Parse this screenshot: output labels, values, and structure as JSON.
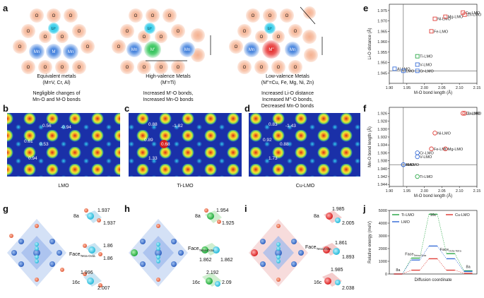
{
  "panels": {
    "a": "a",
    "b": "b",
    "c": "c",
    "d": "d",
    "e": "e",
    "f": "f",
    "g": "g",
    "h": "h",
    "i": "i",
    "j": "j"
  },
  "atoms": {
    "O": "O",
    "Li": "Li⁺",
    "Mn": "Mn",
    "M": "M",
    "Mprime": "M'",
    "Mdprime": "M''"
  },
  "schematics": [
    {
      "title": "Equivalent metals",
      "subtitle": "(M=V, Cr, Al)",
      "note1": "Negligible changes of",
      "note2": "Mn-O and M-O bonds",
      "note3": ""
    },
    {
      "title": "High-valence Metals",
      "subtitle": "(M'=Ti)",
      "note1": "Increased M'-O bonds,",
      "note2": "Increased Mn-O bonds",
      "note3": ""
    },
    {
      "title": "Low-valence Metals",
      "subtitle": "(M''=Cu, Fe, Mg, Ni, Zn)",
      "note1": "Increased Li-O distance",
      "note2": "Increased M''-O bonds,",
      "note3": "Decreased Mn-O bonds"
    }
  ],
  "density_maps": [
    {
      "caption": "LMO",
      "values": [
        "0.56",
        "-0.94",
        "0.61",
        "0.53",
        "0.94"
      ]
    },
    {
      "caption": "Ti-LMO",
      "values": [
        "0.88",
        "-1.82",
        "0.89",
        "0.68",
        "1.33"
      ]
    },
    {
      "caption": "Cu-LMO",
      "values": [
        "0.83",
        "-1.43",
        "0.92",
        "0.88",
        "1.73"
      ]
    }
  ],
  "structures": [
    {
      "site_8a": "8a",
      "face_label": "Face",
      "face_sub": "Tetra-Octa",
      "site_16c": "16c",
      "bond_8a": [
        "1.937",
        "1.937"
      ],
      "bond_face": [
        "1.86",
        "1.86"
      ],
      "bond_16c": [
        "1.996",
        "2.007"
      ]
    },
    {
      "site_8a": "8a",
      "face_label": "Face",
      "face_sub": "Tetra-Octa",
      "site_16c": "16c",
      "bond_8a": [
        "1.954",
        "1.925"
      ],
      "bond_face": [
        "1.862",
        "1.862"
      ],
      "bond_16c": [
        "2.192",
        "2.09"
      ]
    },
    {
      "site_8a": "8a",
      "face_label": "Face",
      "face_sub": "Tetra-Octa",
      "site_16c": "16c",
      "bond_8a": [
        "1.985",
        "2.005"
      ],
      "bond_face": [
        "1.861",
        "1.893"
      ],
      "bond_16c": [
        "1.985",
        "2.038"
      ]
    }
  ],
  "chart_data": [
    {
      "type": "scatter",
      "title": "",
      "xlabel": "M-O bond length (Å)",
      "ylabel": "Li-O distance (Å)",
      "xlim": [
        1.9,
        2.15
      ],
      "ylim": [
        1.94,
        1.978
      ],
      "xticks": [
        "1.90",
        "1.95",
        "2.00",
        "2.05",
        "2.10",
        "2.15"
      ],
      "yticks": [
        "1.945",
        "1.950",
        "1.955",
        "1.960",
        "1.965",
        "1.970",
        "1.975"
      ],
      "ref_x": 1.94,
      "ref_y": 1.946,
      "points": [
        {
          "label": "Al-LMO",
          "x": 1.915,
          "y": 1.947,
          "color": "#3a6fd8"
        },
        {
          "label": "LMO",
          "x": 1.94,
          "y": 1.946,
          "color": "#3a6fd8"
        },
        {
          "label": "V-LMO",
          "x": 1.98,
          "y": 1.949,
          "color": "#3a6fd8"
        },
        {
          "label": "Cr-LMO",
          "x": 1.98,
          "y": 1.946,
          "color": "#3a6fd8"
        },
        {
          "label": "Ti-LMO",
          "x": 1.98,
          "y": 1.953,
          "color": "#2da84a"
        },
        {
          "label": "Fe-LMO",
          "x": 2.02,
          "y": 1.965,
          "color": "#e0403a"
        },
        {
          "label": "Ni-LMO",
          "x": 2.03,
          "y": 1.971,
          "color": "#e0403a"
        },
        {
          "label": "Mg-LMO",
          "x": 2.06,
          "y": 1.972,
          "color": "#e0403a"
        },
        {
          "label": "Cu-LMO",
          "x": 2.11,
          "y": 1.974,
          "color": "#e0403a"
        },
        {
          "label": "Zn-LMO",
          "x": 2.115,
          "y": 1.973,
          "color": "#e0403a"
        }
      ]
    },
    {
      "type": "scatter",
      "title": "",
      "xlabel": "M-O bond length (Å)",
      "ylabel": "Mn-O bond length (Å)",
      "xlim": [
        1.9,
        2.15
      ],
      "ylim": [
        1.9245,
        1.9445
      ],
      "y_reversed": true,
      "xticks": [
        "1.90",
        "1.95",
        "2.00",
        "2.05",
        "2.10",
        "2.15"
      ],
      "yticks": [
        "1.926",
        "1.928",
        "1.930",
        "1.932",
        "1.934",
        "1.936",
        "1.938",
        "1.940",
        "1.942",
        "1.944"
      ],
      "ref_x": 1.94,
      "ref_y": 1.939,
      "points": [
        {
          "label": "Al-LMO",
          "x": 1.94,
          "y": 1.939,
          "color": "#3a6fd8"
        },
        {
          "label": "LMO",
          "x": 1.94,
          "y": 1.939,
          "color": "#3a6fd8"
        },
        {
          "label": "Cr-LMO",
          "x": 1.98,
          "y": 1.936,
          "color": "#3a6fd8"
        },
        {
          "label": "V-LMO",
          "x": 1.98,
          "y": 1.937,
          "color": "#3a6fd8"
        },
        {
          "label": "Ti-LMO",
          "x": 1.98,
          "y": 1.942,
          "color": "#2da84a"
        },
        {
          "label": "Fe-LMO",
          "x": 2.02,
          "y": 1.935,
          "color": "#e0403a"
        },
        {
          "label": "Ni-LMO",
          "x": 2.03,
          "y": 1.931,
          "color": "#e0403a"
        },
        {
          "label": "Mg-LMO",
          "x": 2.06,
          "y": 1.935,
          "color": "#e0403a"
        },
        {
          "label": "Cu-LMO",
          "x": 2.11,
          "y": 1.926,
          "color": "#e0403a"
        },
        {
          "label": "Zn-LMO",
          "x": 2.115,
          "y": 1.926,
          "color": "#e0403a"
        }
      ]
    },
    {
      "type": "line",
      "title": "",
      "xlabel": "Diffusion coordinate",
      "ylabel": "Relative energy (meV)",
      "ylim": [
        0,
        5000
      ],
      "yticks": [
        "0",
        "1000",
        "2000",
        "3000",
        "4000",
        "5000"
      ],
      "stages": [
        "8a",
        "Face",
        "16c",
        "Face",
        "8a"
      ],
      "stage_subs": [
        "",
        "Tetra-Octa",
        "",
        "Octa-Tetra",
        ""
      ],
      "series": [
        {
          "name": "Ti-LMO",
          "color": "#2da84a",
          "values": [
            0,
            1250,
            4700,
            1600,
            250
          ]
        },
        {
          "name": "LMO",
          "color": "#3a6fd8",
          "values": [
            0,
            1100,
            2200,
            1200,
            200
          ]
        },
        {
          "name": "Cu-LMO",
          "color": "#e0403a",
          "values": [
            0,
            300,
            1200,
            300,
            50
          ]
        }
      ]
    }
  ]
}
